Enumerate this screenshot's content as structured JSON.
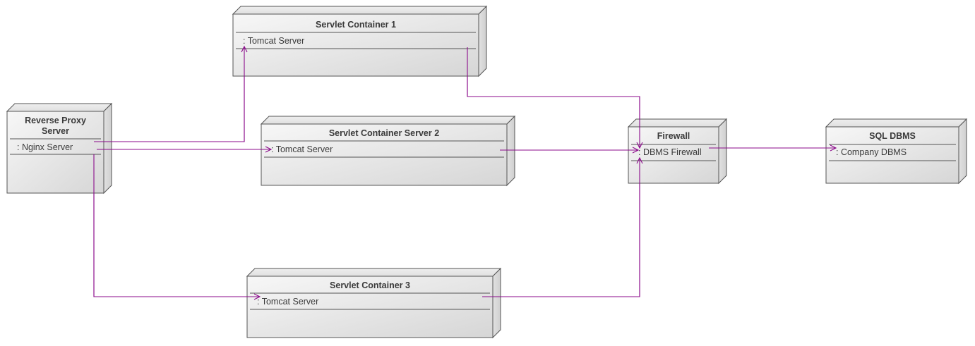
{
  "diagram": {
    "nodes": [
      {
        "id": "proxy",
        "title_lines": [
          "Reverse Proxy",
          "Server"
        ],
        "item": ": Nginx Server"
      },
      {
        "id": "sc1",
        "title_lines": [
          "Servlet Container 1"
        ],
        "item": ": Tomcat Server"
      },
      {
        "id": "sc2",
        "title_lines": [
          "Servlet Container Server 2"
        ],
        "item": ": Tomcat Server"
      },
      {
        "id": "sc3",
        "title_lines": [
          "Servlet Container 3"
        ],
        "item": ": Tomcat Server"
      },
      {
        "id": "firewall",
        "title_lines": [
          "Firewall"
        ],
        "item": ": DBMS Firewall"
      },
      {
        "id": "sql",
        "title_lines": [
          "SQL DBMS"
        ],
        "item": ": Company DBMS"
      }
    ],
    "edges": [
      {
        "from": "proxy",
        "to": "sc1"
      },
      {
        "from": "proxy",
        "to": "sc2"
      },
      {
        "from": "proxy",
        "to": "sc3"
      },
      {
        "from": "sc1",
        "to": "firewall"
      },
      {
        "from": "sc2",
        "to": "firewall"
      },
      {
        "from": "sc3",
        "to": "firewall"
      },
      {
        "from": "firewall",
        "to": "sql"
      }
    ],
    "colors": {
      "connector": "#8b0a8b",
      "node_border": "#555555",
      "node_fill_light": "#f7f7f7",
      "node_fill_dark": "#d6d6d6",
      "text": "#3a3a3a"
    }
  }
}
